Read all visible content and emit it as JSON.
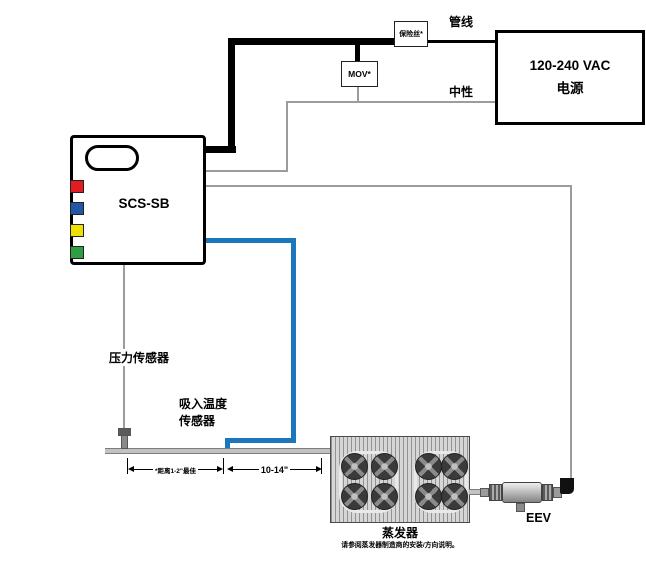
{
  "diagram": {
    "power_supply": {
      "line1": "120-240 VAC",
      "line2": "电源"
    },
    "terminals": {
      "line": "管线",
      "neutral": "中性"
    },
    "components": {
      "fuse": "保险丝*",
      "mov": "MOV*",
      "controller": "SCS-SB",
      "evaporator": "蒸发器",
      "eev": "EEV"
    },
    "sensors": {
      "pressure": "压力传感器",
      "suction_line1": "吸入温度",
      "suction_line2": "传感器"
    },
    "dimensions": {
      "sensor_offset": "*距离1-2\"最佳",
      "evap_distance": "10-14\""
    },
    "notes": {
      "evaporator_install": "请参阅蒸发器制造商的安装/方向说明。"
    },
    "colors": {
      "wire_black": "#000000",
      "wire_gray": "#9c9c9c",
      "wire_blue": "#1b76bc",
      "led_red": "#e31b23",
      "led_blue": "#2456a8",
      "led_yellow": "#f0e000",
      "led_green": "#2e9e44"
    }
  }
}
